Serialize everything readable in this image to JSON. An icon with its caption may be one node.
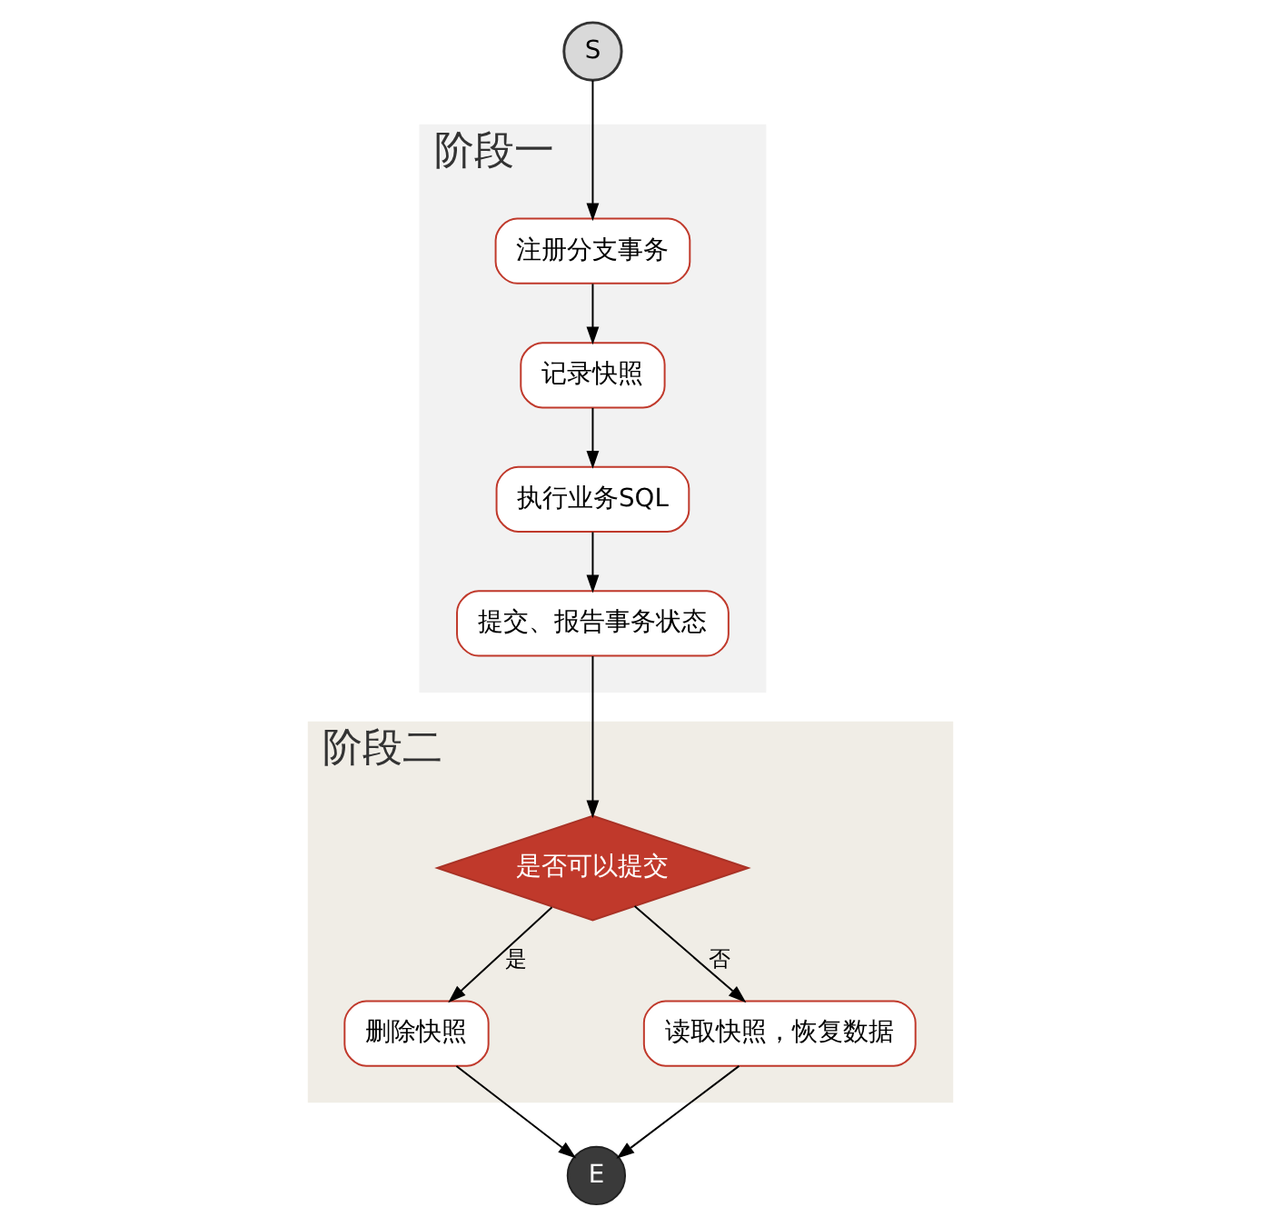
{
  "diagram": {
    "nodes": [
      {
        "text": [
          "S"
        ]
      },
      {
        "text": [
          "阶段一"
        ]
      },
      {
        "text": [
          "注册分支事务"
        ],
        "in": 1
      },
      {
        "text": [
          "记录快照"
        ],
        "in": 1
      },
      {
        "text": [
          "执行业务SQL"
        ],
        "in": 1
      },
      {
        "text": [
          "提交、报告事务状态"
        ],
        "in": 1
      },
      {
        "text": [
          "阶段二"
        ]
      },
      {
        "text": [
          "是否可以提交"
        ],
        "in": 6
      },
      {
        "text": [
          "删除快照"
        ],
        "in": 6
      },
      {
        "text": [
          "读取快照，恢复数据"
        ],
        "in": 6
      },
      {
        "text": [
          "E"
        ]
      }
    ],
    "edges": [
      {
        "from": 0,
        "to": 2,
        "arrow": "to"
      },
      {
        "from": 2,
        "to": 3,
        "arrow": "to"
      },
      {
        "from": 3,
        "to": 4,
        "arrow": "to"
      },
      {
        "from": 4,
        "to": 5,
        "arrow": "to"
      },
      {
        "from": 5,
        "to": 7,
        "arrow": "to"
      },
      {
        "from": 7,
        "to": 8,
        "label": "是",
        "arrow": "to"
      },
      {
        "from": 7,
        "to": 9,
        "label": "否",
        "arrow": "to"
      },
      {
        "from": 8,
        "to": 10,
        "arrow": "to"
      },
      {
        "from": 9,
        "to": 10,
        "arrow": "to"
      }
    ]
  }
}
